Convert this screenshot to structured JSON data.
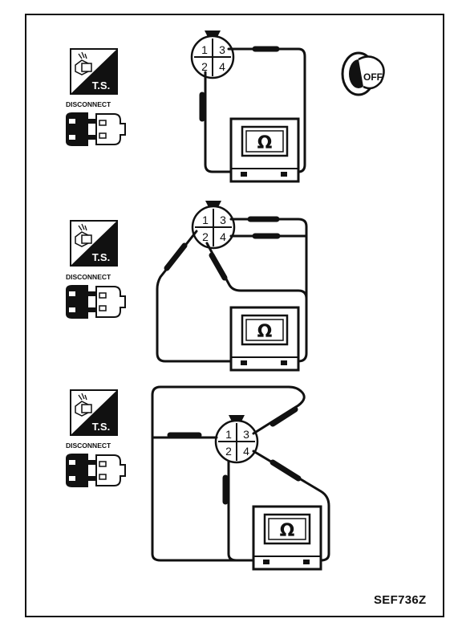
{
  "figure_code": "SEF736Z",
  "ts_label": "T.S.",
  "disconnect_label": "DISCONNECT",
  "key_label": "OFF",
  "ohmmeter_symbol": "Ω",
  "connector_pins": [
    "1",
    "3",
    "2",
    "4"
  ],
  "panels": [
    {
      "id": "panel-1",
      "description_pins": "pin 2 to pin 3"
    },
    {
      "id": "panel-2",
      "description_pins": "pin 1 and pin 2 to pins 3 and 4"
    },
    {
      "id": "panel-3",
      "description_pins": "pin 1 / pin 2 to pin 3 / pin 4"
    }
  ],
  "colors": {
    "ink": "#111111",
    "paper": "#ffffff"
  }
}
